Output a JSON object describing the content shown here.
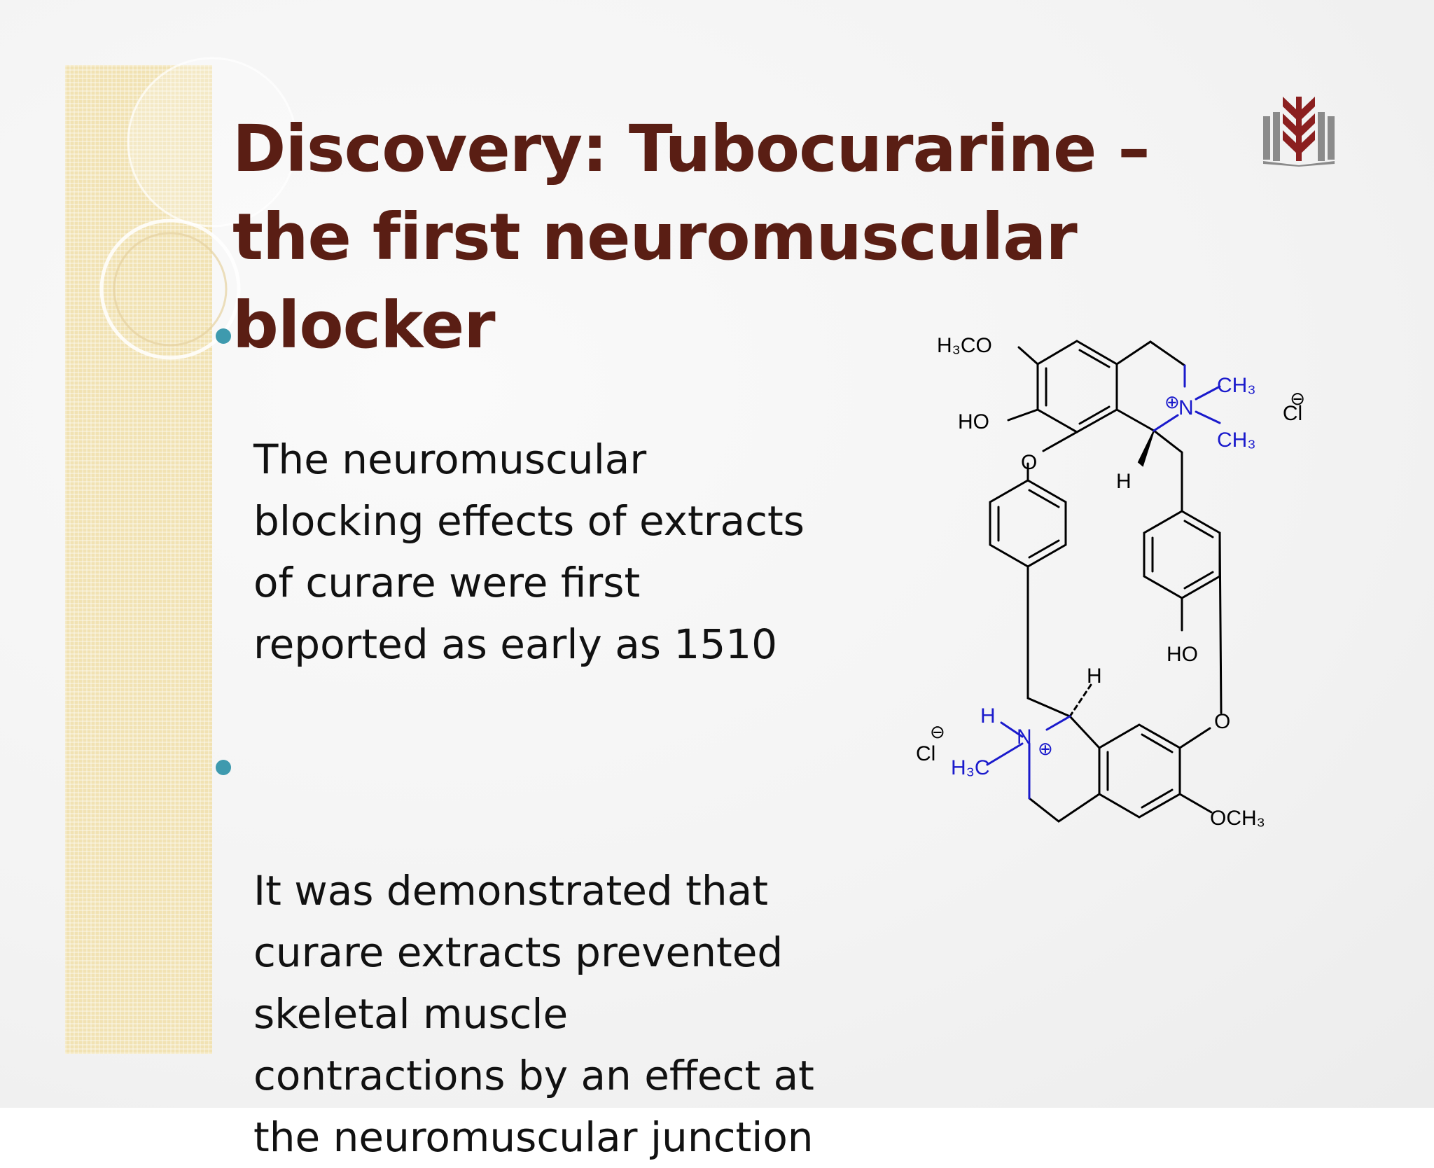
{
  "slide": {
    "title": "Discovery: Tubocurarine – the first neuromuscular blocker",
    "bullets": [
      {
        "text": "The neuromuscular\nblocking effects of extracts\nof curare were first\nreported as early as 1510"
      },
      {
        "text": "It was demonstrated that\ncurare extracts prevented\nskeletal muscle\ncontractions by an effect at\nthe neuromuscular junction"
      }
    ]
  },
  "structure": {
    "labels": {
      "h3co": "H₃CO",
      "ho_top": "HO",
      "o_left": "O",
      "h_top": "H",
      "plus_top": "⊕",
      "n_top": "N",
      "ch3_a": "CH₃",
      "ch3_b": "CH₃",
      "cl_top": "Cl",
      "minus_top": "⊖",
      "ho_right": "HO",
      "o_right": "O",
      "h_bottom_dash": "H",
      "h_on_n": "H",
      "n_bottom": "N",
      "plus_bottom": "⊕",
      "h3c": "H₃C",
      "cl_bottom": "Cl",
      "minus_bottom": "⊖",
      "och3": "OCH₃"
    },
    "colors": {
      "bond": "#000000",
      "charged_group": "#1a1acc"
    }
  },
  "theme": {
    "title_color": "#5a1e14",
    "bullet_dot_color": "#3e9aae",
    "sidebar_color": "#f1e2b3",
    "logo_color": "#8b1f1f"
  }
}
